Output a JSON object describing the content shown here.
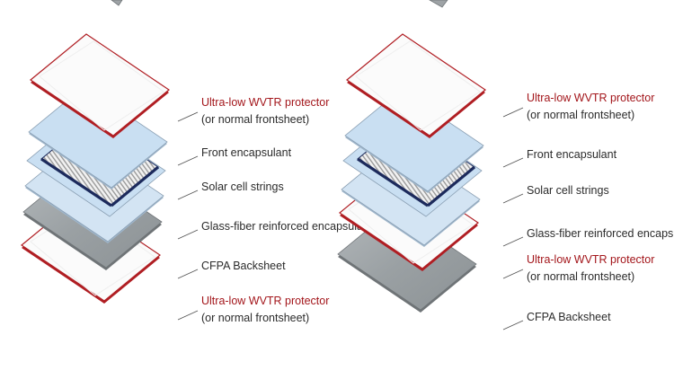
{
  "colors": {
    "protector_edge": "#b01e23",
    "protector_fill": "#fbfbfb",
    "encapsulant_fill": "#c9dff2",
    "encapsulant_edge": "#8a9fb3",
    "cell_fill": "#f2f2f2",
    "cell_stripe": "#9a9a9a",
    "cell_edge": "#1c2a5c",
    "backsheet_fill": "#9ea3a6",
    "backsheet_edge": "#6f7477",
    "label_red": "#a3161b",
    "label_dark": "#2b2b2b"
  },
  "left_stack": {
    "layers": [
      "protector",
      "encapsulant",
      "cells",
      "glassfiber",
      "backsheet",
      "protector"
    ],
    "labels": [
      {
        "line1": "Ultra-low WVTR protector",
        "line2": "(or normal frontsheet)",
        "accent": true
      },
      {
        "line1": "Front encapsulant",
        "line2": "",
        "accent": false
      },
      {
        "line1": "Solar cell strings",
        "line2": "",
        "accent": false
      },
      {
        "line1": "Glass-fiber reinforced encapsulant",
        "line2": "",
        "accent": false
      },
      {
        "line1": "CFPA Backsheet",
        "line2": "",
        "accent": false
      },
      {
        "line1": "Ultra-low WVTR protector",
        "line2": "(or normal frontsheet)",
        "accent": true
      }
    ]
  },
  "right_stack": {
    "layers": [
      "protector",
      "encapsulant",
      "cells",
      "glassfiber",
      "protector",
      "backsheet"
    ],
    "labels": [
      {
        "line1": "Ultra-low WVTR protector",
        "line2": "(or normal frontsheet)",
        "accent": true
      },
      {
        "line1": "Front encapsulant",
        "line2": "",
        "accent": false
      },
      {
        "line1": "Solar cell strings",
        "line2": "",
        "accent": false
      },
      {
        "line1": "Glass-fiber reinforced encapsulant",
        "line2": "",
        "accent": false
      },
      {
        "line1": "Ultra-low WVTR protector",
        "line2": "(or normal frontsheet)",
        "accent": true
      },
      {
        "line1": "CFPA Backsheet",
        "line2": "",
        "accent": false
      }
    ]
  }
}
